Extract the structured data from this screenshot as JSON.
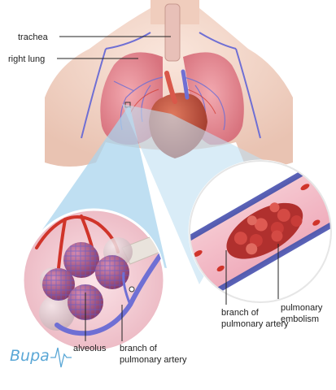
{
  "labels": {
    "trachea": "trachea",
    "right_lung": "right lung",
    "alveolus": "alveolus",
    "branch_pa_left_1": "branch of",
    "branch_pa_left_2": "pulmonary artery",
    "branch_pa_right_1": "branch of",
    "branch_pa_right_2": "pulmonary artery",
    "embolism_1": "pulmonary",
    "embolism_2": "embolism"
  },
  "brand": {
    "name": "Bupa"
  },
  "colors": {
    "skin": "#f3d9cc",
    "lung": "#e88f9a",
    "heart": "#b84a3c",
    "vein": "#6f6fd4",
    "artery": "#d0342a",
    "zoom_bg": "#f4cfd6",
    "highlight": "#a9d4ee",
    "brand": "#5aa7d6",
    "clot": "#c23a36"
  }
}
